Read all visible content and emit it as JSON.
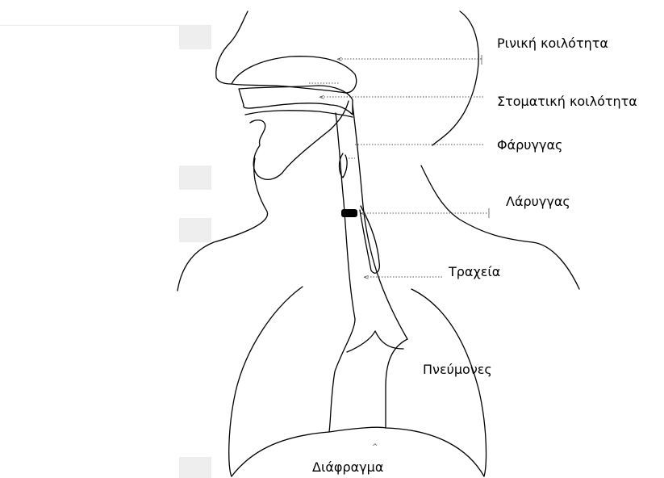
{
  "labels": {
    "nasal": "Ρινική κοιλότητα",
    "oral": "Στοματική κοιλότητα",
    "pharynx": "Φάρυγγας",
    "larynx": "Λάρυγγας",
    "trachea": "Τραχεία",
    "lungs": "Πνεύμονες",
    "diaphragm": "Διάφραγμα"
  },
  "colors": {
    "line": "#000000",
    "leader": "#555555",
    "placeholder": "#eeeeee"
  }
}
